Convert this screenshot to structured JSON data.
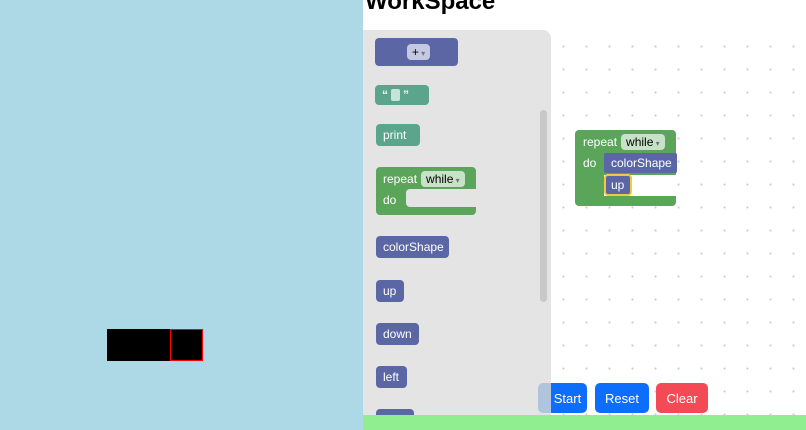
{
  "header": {
    "title": "WorkSpace"
  },
  "flyout": {
    "blocks": [
      {
        "type": "math",
        "op": "+"
      },
      {
        "type": "text",
        "open": "“",
        "close": "”"
      },
      {
        "label": "print"
      },
      {
        "label": "repeat",
        "field": "while",
        "do": "do"
      },
      {
        "label": "colorShape"
      },
      {
        "label": "up"
      },
      {
        "label": "down"
      },
      {
        "label": "left"
      }
    ]
  },
  "workspace": {
    "repeat": "repeat",
    "field": "while",
    "do": "do",
    "inner": [
      "colorShape",
      "up"
    ]
  },
  "buttons": {
    "start": "Start",
    "reset": "Reset",
    "clear": "Clear"
  },
  "colors": {
    "stage": "#add8e6",
    "bottom_bar": "#90ee90",
    "start": "#0d6efd",
    "reset": "#0d6efd",
    "clear": "#f44a56",
    "selected_cell_border": "#ff0000"
  }
}
